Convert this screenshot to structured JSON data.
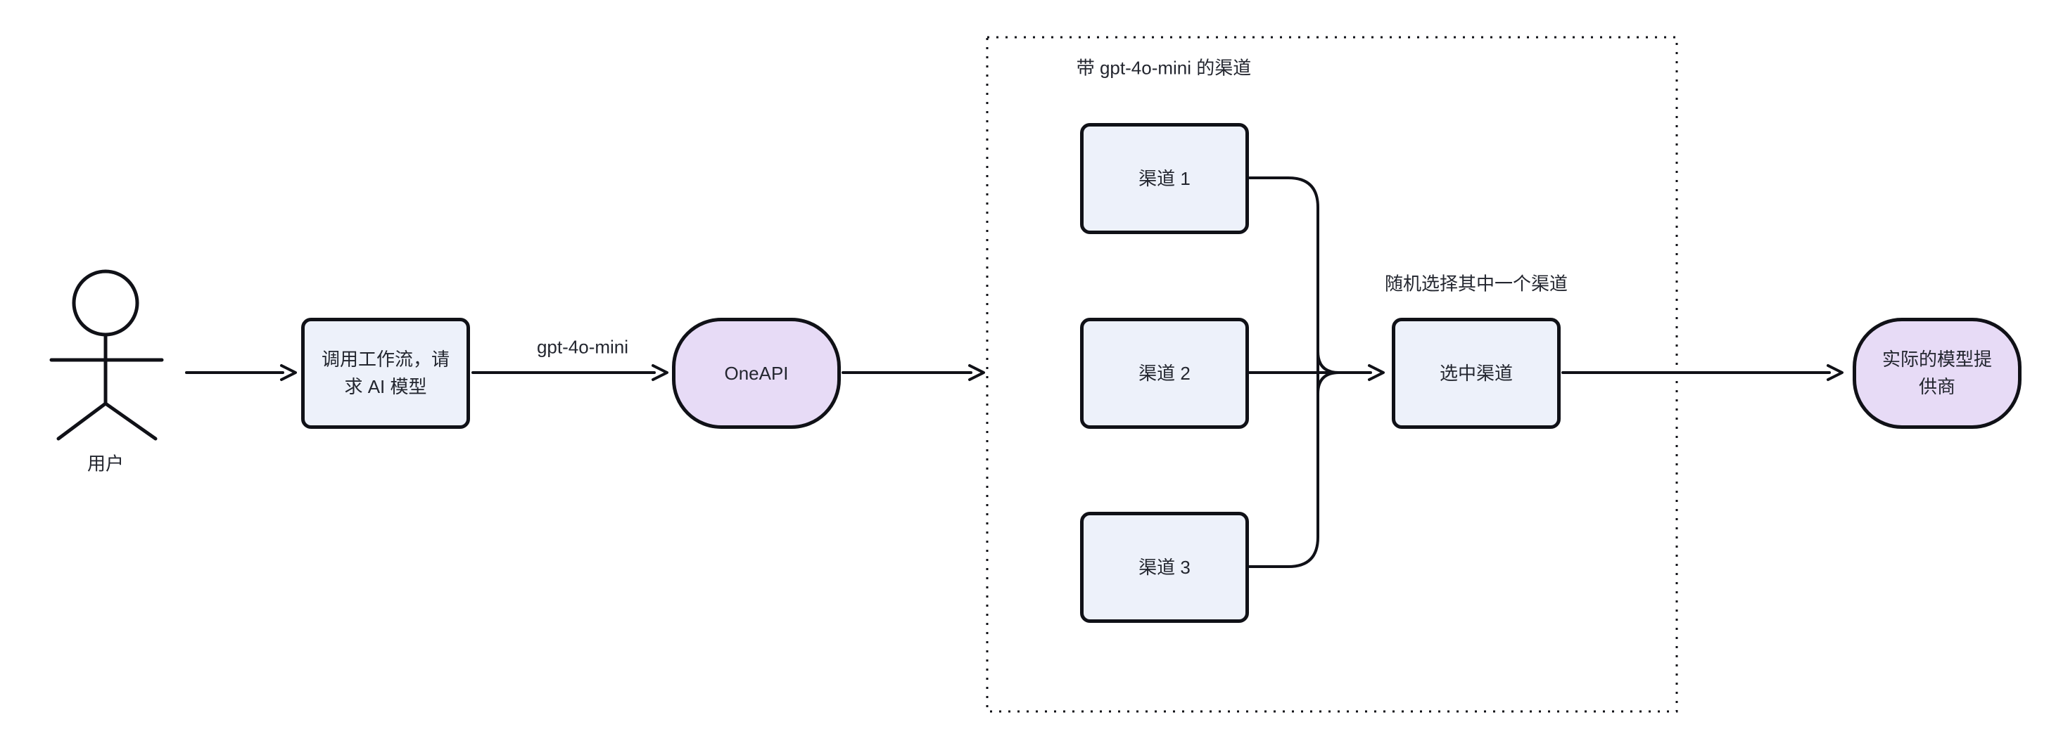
{
  "colors": {
    "bg": "#ffffff",
    "line": "#101117",
    "text": "#23262f",
    "rect_fill": "#edf1fa",
    "stadium_fill": "#e7dbf6"
  },
  "diagram": {
    "actor": {
      "label": "用户"
    },
    "nodes": {
      "workflow": {
        "label": "调用工作流，请\n求 AI 模型"
      },
      "oneapi": {
        "label": "OneAPI"
      },
      "channel1": {
        "label": "渠道 1"
      },
      "channel2": {
        "label": "渠道 2"
      },
      "channel3": {
        "label": "渠道 3"
      },
      "selected": {
        "label": "选中渠道"
      },
      "provider": {
        "label": "实际的模型提\n供商"
      }
    },
    "subgraph": {
      "title": "带 gpt-4o-mini 的渠道"
    },
    "edge_labels": {
      "model": "gpt-4o-mini",
      "random_pick": "随机选择其中一个渠道"
    }
  }
}
